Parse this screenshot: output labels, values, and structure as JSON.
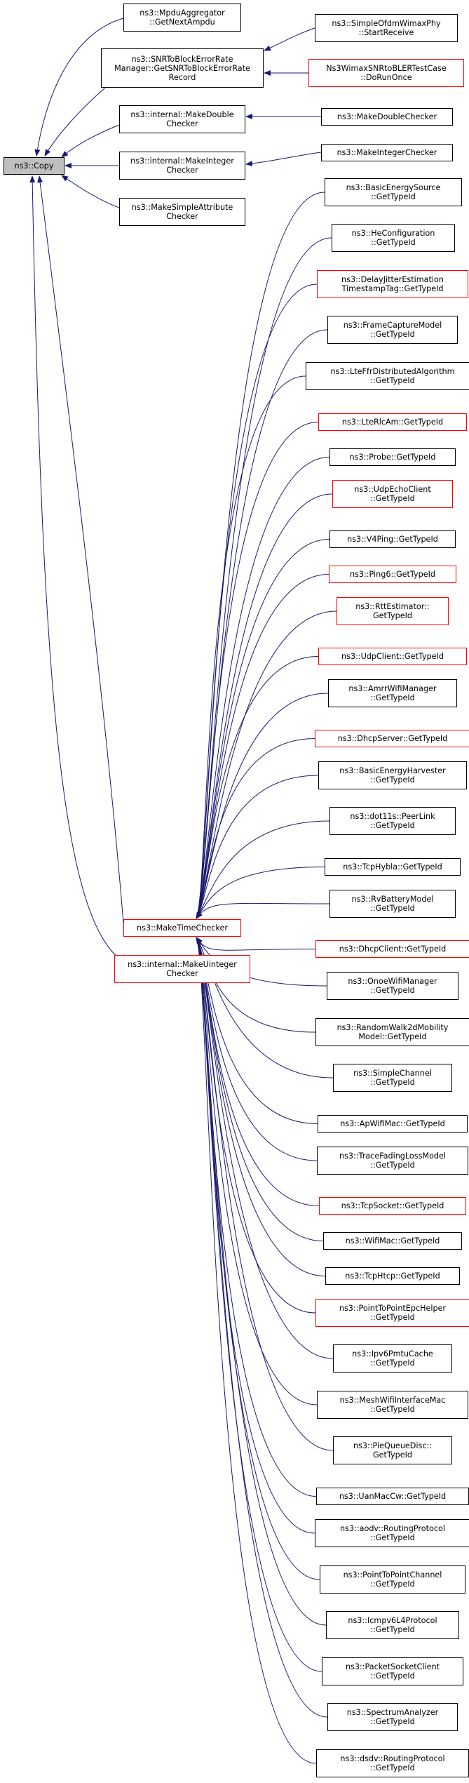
{
  "colors": {
    "edge": "#191970",
    "border": "#000000",
    "border_incomplete": "#ff0000",
    "root_fill": "#bfbfbf"
  },
  "nodes": {
    "copy": "ns3::Copy",
    "mpdu": "ns3::MpduAggregator\n::GetNextAmpdu",
    "snr": "ns3::SNRToBlockErrorRate\nManager::GetSNRToBlockErrorRate\nRecord",
    "ofdm": "ns3::SimpleOfdmWimaxPhy\n::StartReceive",
    "bler": "Ns3WimaxSNRtoBLERTestCase\n::DoRunOnce",
    "idouble": "ns3::internal::MakeDouble\nChecker",
    "mdouble": "ns3::MakeDoubleChecker",
    "iint": "ns3::internal::MakeInteger\nChecker",
    "mint": "ns3::MakeIntegerChecker",
    "simple": "ns3::MakeSimpleAttribute\nChecker",
    "time": "ns3::MakeTimeChecker",
    "uint": "ns3::internal::MakeUinteger\nChecker"
  },
  "callers": [
    "ns3::BasicEnergySource\n::GetTypeId",
    "ns3::HeConfiguration\n::GetTypeId",
    "ns3::DelayJitterEstimation\nTimestampTag::GetTypeId",
    "ns3::FrameCaptureModel\n::GetTypeId",
    "ns3::LteFfrDistributedAlgorithm\n::GetTypeId",
    "ns3::LteRlcAm::GetTypeId",
    "ns3::Probe::GetTypeId",
    "ns3::UdpEchoClient\n::GetTypeId",
    "ns3::V4Ping::GetTypeId",
    "ns3::Ping6::GetTypeId",
    "ns3::RttEstimator::\nGetTypeId",
    "ns3::UdpClient::GetTypeId",
    "ns3::AmrrWifiManager\n::GetTypeId",
    "ns3::DhcpServer::GetTypeId",
    "ns3::BasicEnergyHarvester\n::GetTypeId",
    "ns3::dot11s::PeerLink\n::GetTypeId",
    "ns3::TcpHybla::GetTypeId",
    "ns3::RvBatteryModel\n::GetTypeId",
    "ns3::DhcpClient::GetTypeId",
    "ns3::OnoeWifiManager\n::GetTypeId",
    "ns3::RandomWalk2dMobility\nModel::GetTypeId",
    "ns3::SimpleChannel\n::GetTypeId",
    "ns3::ApWifiMac::GetTypeId",
    "ns3::TraceFadingLossModel\n::GetTypeId",
    "ns3::TcpSocket::GetTypeId",
    "ns3::WifiMac::GetTypeId",
    "ns3::TcpHtcp::GetTypeId",
    "ns3::PointToPointEpcHelper\n::GetTypeId",
    "ns3::Ipv6PmtuCache\n::GetTypeId",
    "ns3::MeshWifiInterfaceMac\n::GetTypeId",
    "ns3::PieQueueDisc::\nGetTypeId",
    "ns3::UanMacCw::GetTypeId",
    "ns3::aodv::RoutingProtocol\n::GetTypeId",
    "ns3::PointToPointChannel\n::GetTypeId",
    "ns3::Icmpv6L4Protocol\n::GetTypeId",
    "ns3::PacketSocketClient\n::GetTypeId",
    "ns3::SpectrumAnalyzer\n::GetTypeId",
    "ns3::dsdv::RoutingProtocol\n::GetTypeId"
  ]
}
